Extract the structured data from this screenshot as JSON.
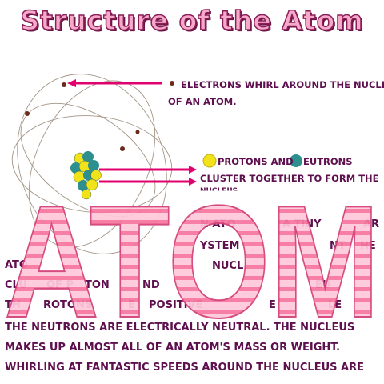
{
  "title": "Structure of the Atom",
  "labels": {
    "electrons_line1": "Electrons whirl around the nucleus",
    "electrons_line2": "of an atom.",
    "protons_word": "Protons and",
    "neutrons_word": "eutrons",
    "cluster_line": "cluster together to form the",
    "cluster_line2": "nucleus"
  },
  "paragraph": {
    "right_line1": "n ato",
    "right_line1b": "a tiny",
    "right_line1c": "ar",
    "right_line2": "ystem",
    "right_line2b": "nt",
    "right_line2c": "he",
    "right_line3": "nucl",
    "left_line1": "Ato",
    "left_line2a": "clu",
    "left_line2b": "of p",
    "left_line2c": "ton",
    "left_line2d": "nd",
    "left_line2e": "eu",
    "left_line3a": "th",
    "left_line3b": "rotons",
    "left_line3c": "e",
    "left_line3d": "positive",
    "left_line3e": "e",
    "left_line3f": "le",
    "line4": "the neutrons are electrically neutral. the nucleus",
    "line5": "makes up almost all of an atom's mass or weight.",
    "line6": "whirling at fantastic speeds around the nucleus are"
  },
  "overlay_word": "ATOM",
  "colors": {
    "text": "#5e0f4e",
    "title_fill": "#f7a9c9",
    "title_stroke": "#8a1e58",
    "arrow": "#e0006e",
    "proton": "#f2e21a",
    "neutron": "#2e8f8f",
    "stripe_light": "#ffc9db",
    "stripe_dark": "#f7769f",
    "overlay_outline": "#d43f77"
  }
}
